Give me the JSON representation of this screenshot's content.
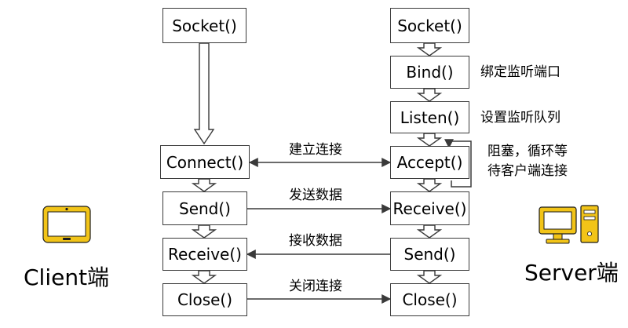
{
  "client": {
    "label": "Client端",
    "icon": "tablet-icon",
    "steps": [
      "Socket()",
      "Connect()",
      "Send()",
      "Receive()",
      "Close()"
    ]
  },
  "server": {
    "label": "Server端",
    "icon": "desktop-computer-icon",
    "steps": [
      "Socket()",
      "Bind()",
      "Listen()",
      "Accept()",
      "Receive()",
      "Send()",
      "Close()"
    ]
  },
  "notes": {
    "bind": "绑定监听端口",
    "listen": "设置监听队列",
    "accept_line1": "阻塞，循环等",
    "accept_line2": "待客户端连接"
  },
  "arrows": {
    "connect": "建立连接",
    "send": "发送数据",
    "receive": "接收数据",
    "close": "关闭连接"
  },
  "colors": {
    "icon": "#f2c418",
    "stroke": "#3a3a3a"
  }
}
